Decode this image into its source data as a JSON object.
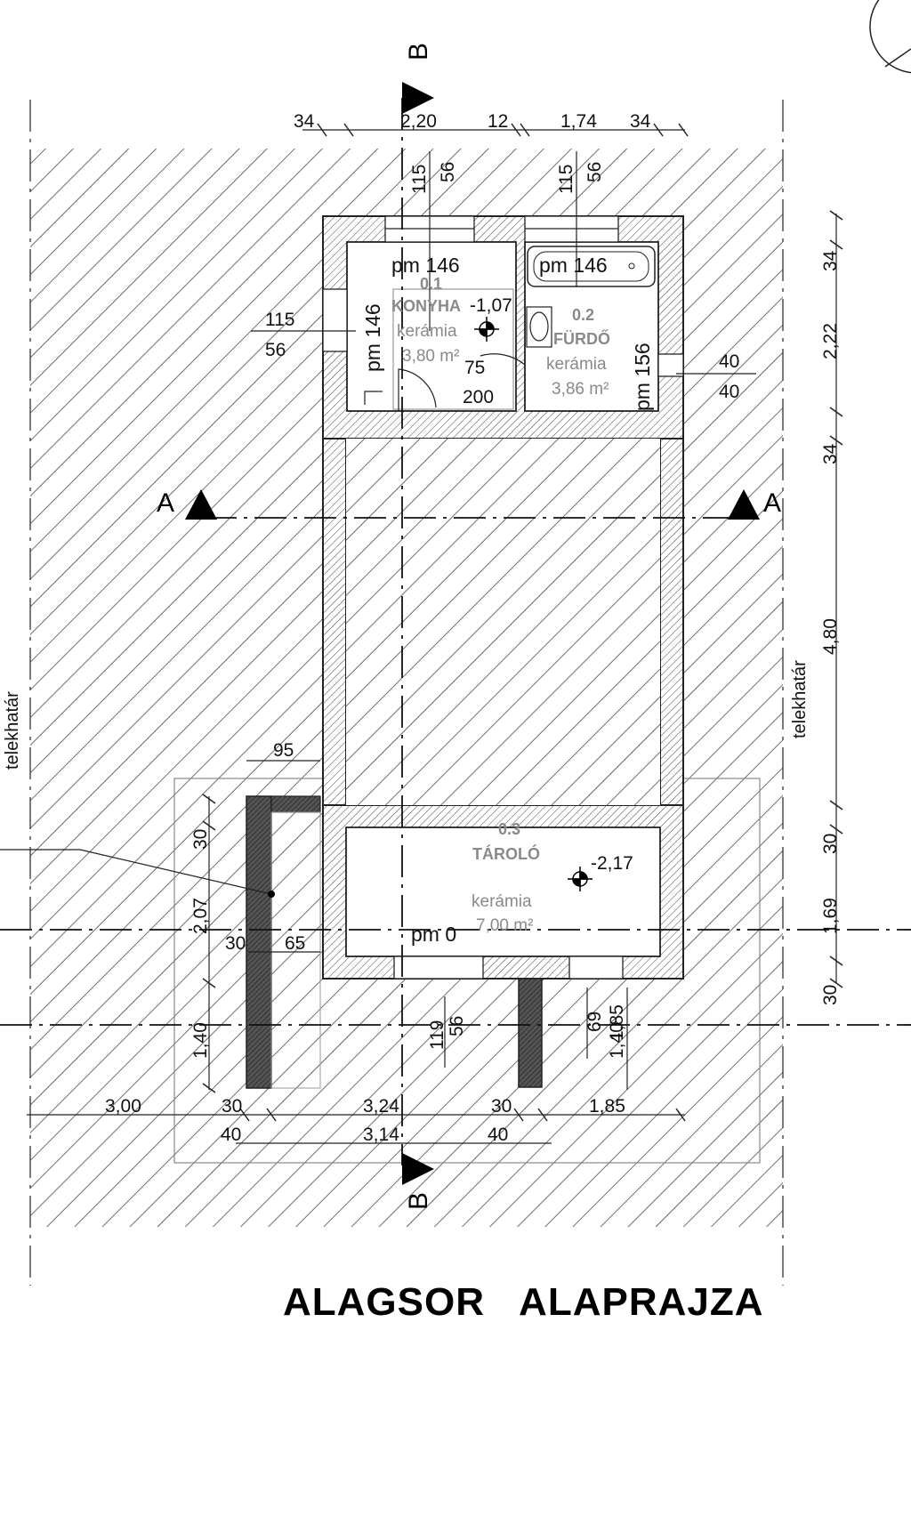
{
  "title": "ALAGSOR   ALAPRAJZA",
  "property_line_label": "telekhatár",
  "section_labels": {
    "a": "A",
    "b": "B"
  },
  "rooms": [
    {
      "id": "0.1",
      "name": "KONYHA",
      "floor": "kerámia",
      "area": "3,80 m²",
      "level": "-1,07"
    },
    {
      "id": "0.2",
      "name": "FÜRDŐ",
      "floor": "kerámia",
      "area": "3,86 m²"
    },
    {
      "id": "0.3",
      "name": "TÁROLÓ",
      "floor": "kerámia",
      "area": "7,00 m²",
      "level": "-2,17"
    }
  ],
  "parapets": [
    "pm 146",
    "pm 146",
    "pm 146",
    "pm 156",
    "pm 0"
  ],
  "dimensions": {
    "top": [
      "34",
      "2,20",
      "12",
      "1,74",
      "34"
    ],
    "right": [
      "34",
      "2,22",
      "34",
      "4,80",
      "30",
      "1,69",
      "30"
    ],
    "bottom_row1": [
      "3,00",
      "30",
      "3,24",
      "30",
      "1,85"
    ],
    "bottom_row2": [
      "40",
      "3,14",
      "40"
    ],
    "left_stack": [
      "30",
      "2,07",
      "1,40"
    ],
    "small": [
      "95",
      "30",
      "65"
    ],
    "openings": [
      "115",
      "56",
      "115",
      "56",
      "115",
      "56",
      "75",
      "200",
      "40",
      "40",
      "119",
      "56",
      "69",
      "1,85",
      "1,40"
    ]
  }
}
